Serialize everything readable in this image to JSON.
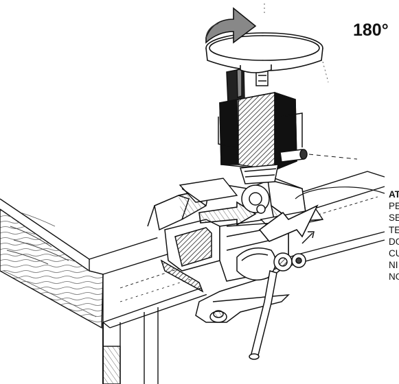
{
  "diagram": {
    "rotation_label": "180°",
    "caption_lines": [
      "AT",
      "PE",
      "SE",
      "TE",
      "DO",
      "CU",
      "NI",
      "NO"
    ]
  }
}
